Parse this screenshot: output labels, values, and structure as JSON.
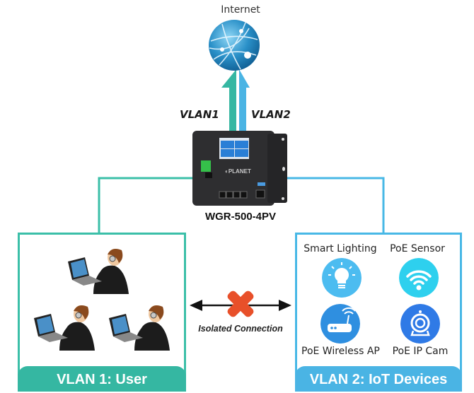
{
  "diagram": {
    "internet_label": "Internet",
    "uplinks": [
      {
        "label": "VLAN1",
        "color": "#35b7a2"
      },
      {
        "label": "VLAN2",
        "color": "#4ab4e4"
      }
    ],
    "device": {
      "model": "WGR-500-4PV",
      "brand": "PLANET"
    },
    "vlan1": {
      "title": "VLAN 1: User",
      "color": "#35b7a2",
      "members": [
        "user-laptop",
        "user-laptop",
        "user-laptop"
      ]
    },
    "vlan2": {
      "title": "VLAN 2: IoT Devices",
      "color": "#4ab4e4",
      "devices": [
        {
          "label": "Smart Lighting",
          "icon": "lightbulb-icon",
          "color": "#4cbcf0"
        },
        {
          "label": "PoE Sensor",
          "icon": "wifi-signal-icon",
          "color": "#2ed0ee"
        },
        {
          "label": "PoE Wireless AP",
          "icon": "wireless-router-icon",
          "color": "#2f8fe0"
        },
        {
          "label": "PoE IP Cam",
          "icon": "webcam-icon",
          "color": "#2f7ae6"
        }
      ]
    },
    "isolation": {
      "label": "Isolated Connection",
      "icon": "red-x-icon"
    }
  }
}
